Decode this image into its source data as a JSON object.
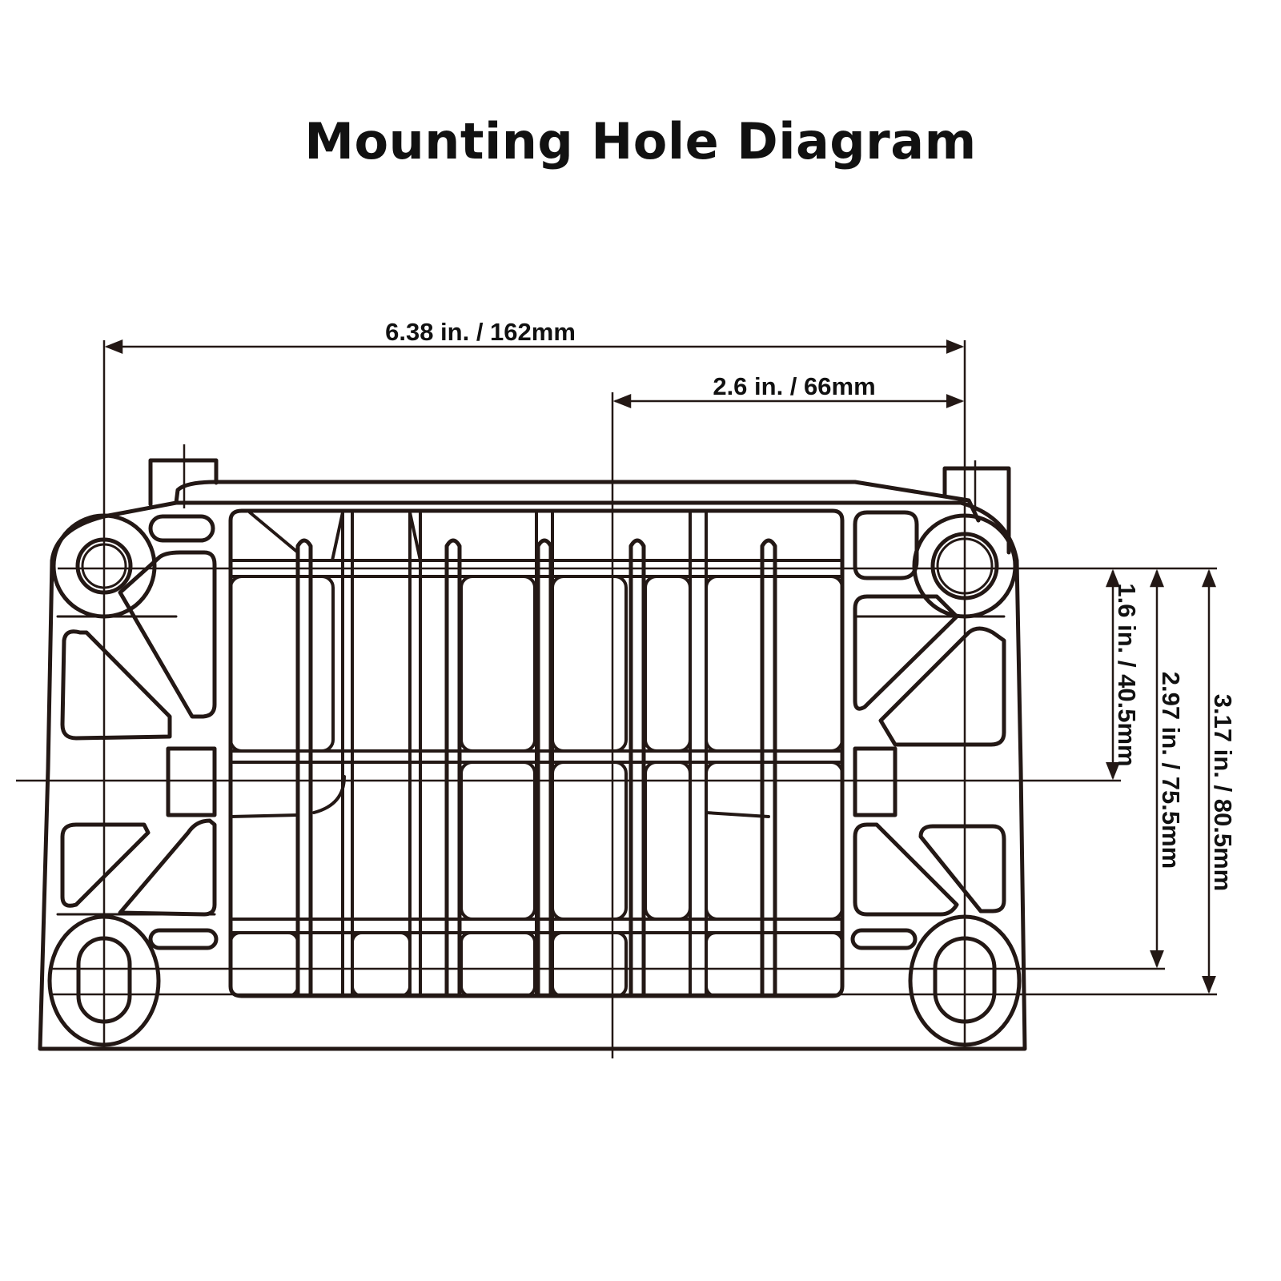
{
  "title": "Mounting Hole Diagram",
  "dimensions": {
    "overall_width": "6.38 in. / 162mm",
    "center_to_hole": "2.6 in. / 66mm",
    "hole_to_center": "1.6 in. / 40.5mm",
    "hole_to_slot_center": "2.97 in. / 75.5mm",
    "hole_to_slot_bottom": "3.17 in. / 80.5mm"
  },
  "colors": {
    "line": "#231815",
    "text": "#111111",
    "background": "#ffffff"
  }
}
